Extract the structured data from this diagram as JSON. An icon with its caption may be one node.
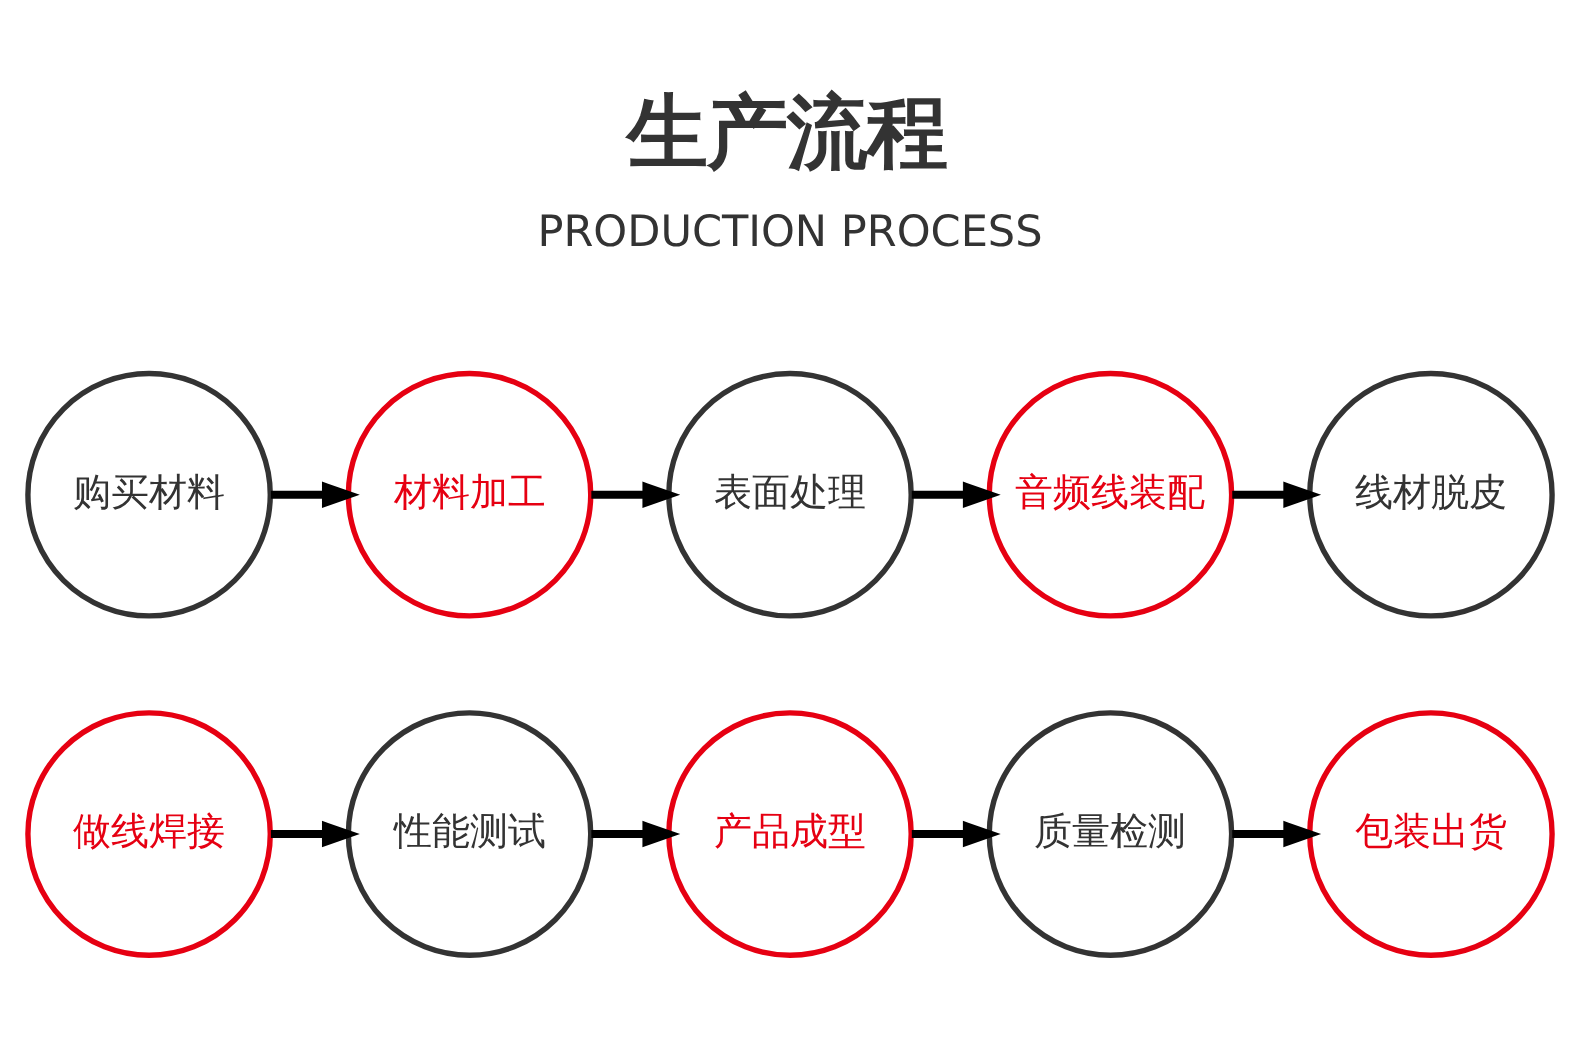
{
  "diagram": {
    "title": "生产流程",
    "nodes": [
      {
        "text": [
          "购买材料"
        ]
      },
      {
        "text": [
          "材料加工"
        ]
      },
      {
        "text": [
          "表面处理"
        ]
      },
      {
        "text": [
          "音频线装配"
        ]
      },
      {
        "text": [
          "线材脱皮"
        ]
      },
      {
        "text": [
          "做线焊接"
        ]
      },
      {
        "text": [
          "性能测试"
        ]
      },
      {
        "text": [
          "产品成型"
        ]
      },
      {
        "text": [
          "质量检测"
        ]
      },
      {
        "text": [
          "包装出货"
        ]
      }
    ],
    "edges": [
      {
        "from": 0,
        "to": 1,
        "arrow": "to"
      },
      {
        "from": 1,
        "to": 2,
        "arrow": "to"
      },
      {
        "from": 2,
        "to": 3,
        "arrow": "to"
      },
      {
        "from": 3,
        "to": 4,
        "arrow": "to"
      },
      {
        "from": 5,
        "to": 6,
        "arrow": "to"
      },
      {
        "from": 6,
        "to": 7,
        "arrow": "to"
      },
      {
        "from": 7,
        "to": 8,
        "arrow": "to"
      },
      {
        "from": 8,
        "to": 9,
        "arrow": "to"
      }
    ],
    "labels": [
      "PRODUCTION PROCESS"
    ]
  }
}
